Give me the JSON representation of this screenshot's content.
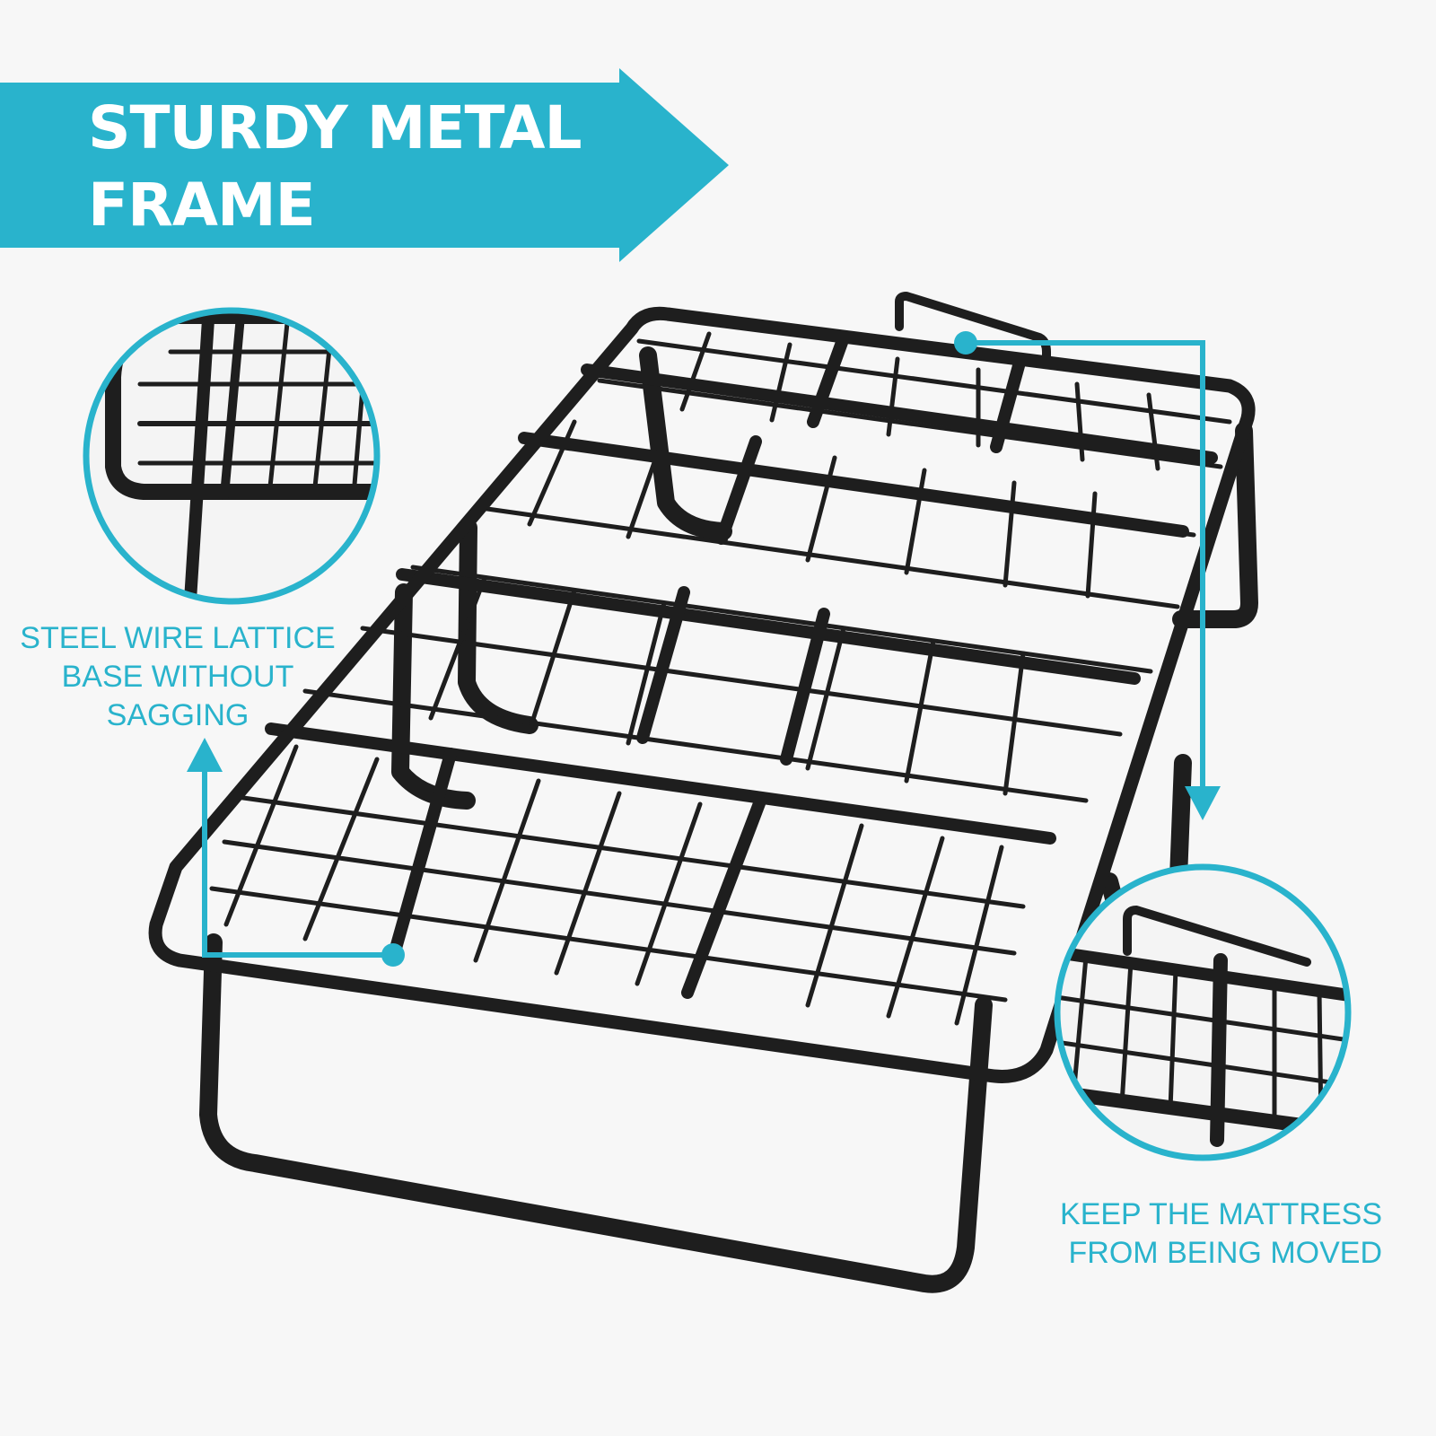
{
  "banner": {
    "line1": "STURDY METAL",
    "line2": "FRAME"
  },
  "callouts": {
    "lattice": {
      "line1": "STEEL WIRE LATTICE",
      "line2": "BASE WITHOUT",
      "line3": "SAGGING"
    },
    "mattress": {
      "line1": "KEEP THE MATTRESS",
      "line2": "FROM BEING MOVED"
    }
  },
  "colors": {
    "accent": "#29b3cc",
    "frame": "#1e1e1e",
    "background": "#f7f7f7",
    "text_on_banner": "#ffffff"
  },
  "icons": {
    "banner": "arrow-banner",
    "callout_markers": "dot-arrow-connector",
    "zoom": "circular-magnifier-inset"
  }
}
